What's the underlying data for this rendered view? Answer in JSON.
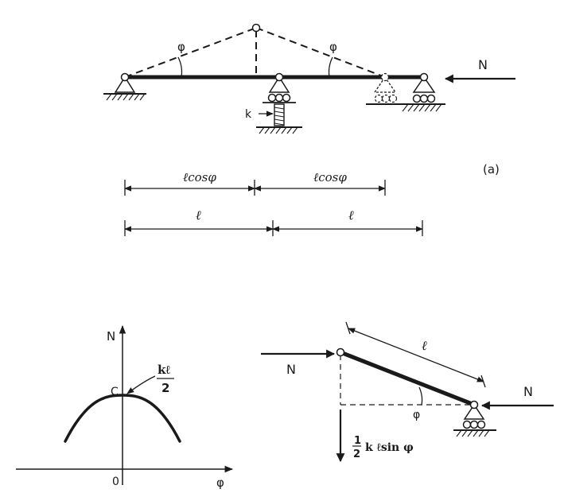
{
  "panel_a": {
    "panel_label": "(a)",
    "angle_left": "φ",
    "angle_right": "φ",
    "spring_label": "k",
    "force_label": "N",
    "dim_top_left": "ℓcosφ",
    "dim_top_right": "ℓcosφ",
    "dim_bottom_left": "ℓ",
    "dim_bottom_right": "ℓ"
  },
  "graph": {
    "y_axis_label": "N",
    "x_axis_label": "φ",
    "origin_label": "0",
    "peak_label": "C",
    "peak_value_numerator": "kℓ",
    "peak_value_denominator": "2"
  },
  "free_body": {
    "bar_length_label": "ℓ",
    "angle_label": "φ",
    "force_left_label": "N",
    "force_right_label": "N",
    "reaction_numerator": "1",
    "reaction_denominator": "2",
    "reaction_rest": "k ℓsin φ"
  }
}
